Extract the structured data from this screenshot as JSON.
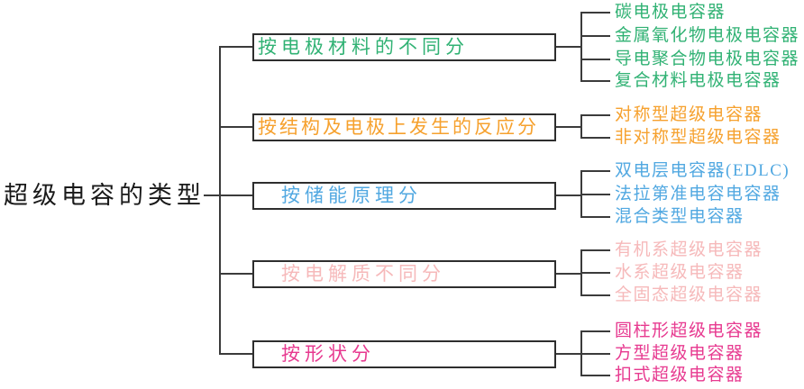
{
  "title": "超级电容的类型",
  "line_color": "#3b3b3b",
  "branches": [
    {
      "label": "按电极材料的不同分",
      "color": "#31b274",
      "leaves": [
        "碳电极电容器",
        "金属氧化物电极电容器",
        "导电聚合物电极电容器",
        "复合材料电极电容器"
      ]
    },
    {
      "label": "按结构及电极上发生的反应分",
      "color": "#f6a12e",
      "leaves": [
        "对称型超级电容器",
        "非对称型超级电容器"
      ]
    },
    {
      "label": "按储能原理分",
      "color": "#51a8e1",
      "leaves": [
        "双电层电容器(EDLC)",
        "法拉第准电容电容器",
        "混合类型电容器"
      ]
    },
    {
      "label": "按电解质不同分",
      "color": "#f6b9ba",
      "leaves": [
        "有机系超级电容器",
        "水系超级电容器",
        "全固态超级电容器"
      ]
    },
    {
      "label": "按形状分",
      "color": "#e73a90",
      "leaves": [
        "圆柱形超级电容器",
        "方型超级电容器",
        "扣式超级电容器"
      ]
    }
  ]
}
